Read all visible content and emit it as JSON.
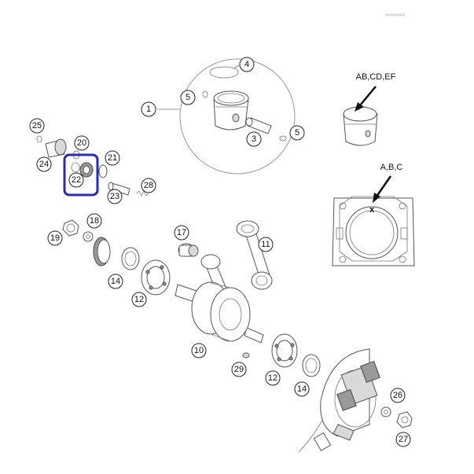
{
  "callouts": {
    "c1": "1",
    "c3": "3",
    "c4": "4",
    "c5a": "5",
    "c5b": "5",
    "c10": "10",
    "c11": "11",
    "c12a": "12",
    "c12b": "12",
    "c14a": "14",
    "c14b": "14",
    "c17": "17",
    "c18": "18",
    "c19": "19",
    "c20": "20",
    "c21": "21",
    "c22": "22",
    "c23": "23",
    "c24": "24",
    "c25": "25",
    "c26": "26",
    "c27": "27",
    "c28": "28",
    "c29": "29"
  },
  "annotations": {
    "piston_marking": "AB,CD,EF",
    "cylinder_marking": "A,B,C",
    "cylinder_x": "x"
  },
  "highlight": {
    "color": "#2b2bb0",
    "part": "22"
  }
}
